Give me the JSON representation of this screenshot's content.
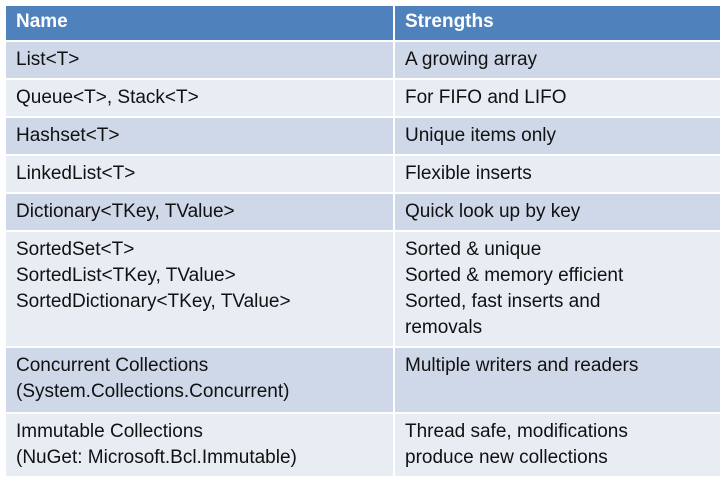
{
  "header": {
    "name": "Name",
    "strengths": "Strengths"
  },
  "rows": [
    {
      "name": [
        "List<T>"
      ],
      "strengths": [
        "A growing array"
      ]
    },
    {
      "name": [
        "Queue<T>, Stack<T>"
      ],
      "strengths": [
        "For FIFO and LIFO"
      ]
    },
    {
      "name": [
        "Hashset<T>"
      ],
      "strengths": [
        "Unique items only"
      ]
    },
    {
      "name": [
        "LinkedList<T>"
      ],
      "strengths": [
        "Flexible inserts"
      ]
    },
    {
      "name": [
        "Dictionary<TKey, TValue>"
      ],
      "strengths": [
        "Quick look up by key"
      ]
    },
    {
      "name": [
        "SortedSet<T>",
        "SortedList<TKey, TValue>",
        "SortedDictionary<TKey, TValue>"
      ],
      "strengths": [
        "Sorted & unique",
        "Sorted & memory efficient",
        "Sorted, fast inserts and",
        "removals"
      ]
    },
    {
      "name": [
        "Concurrent Collections",
        "(System.Collections.Concurrent)"
      ],
      "strengths": [
        "Multiple writers and readers"
      ]
    },
    {
      "name": [
        "Immutable Collections",
        "(NuGet: Microsoft.Bcl.Immutable)"
      ],
      "strengths": [
        "Thread safe, modifications",
        "produce new collections"
      ]
    }
  ],
  "colors": {
    "header_bg": "#4f81bd",
    "row_dark": "#cfd8e8",
    "row_light": "#e8edf4"
  }
}
